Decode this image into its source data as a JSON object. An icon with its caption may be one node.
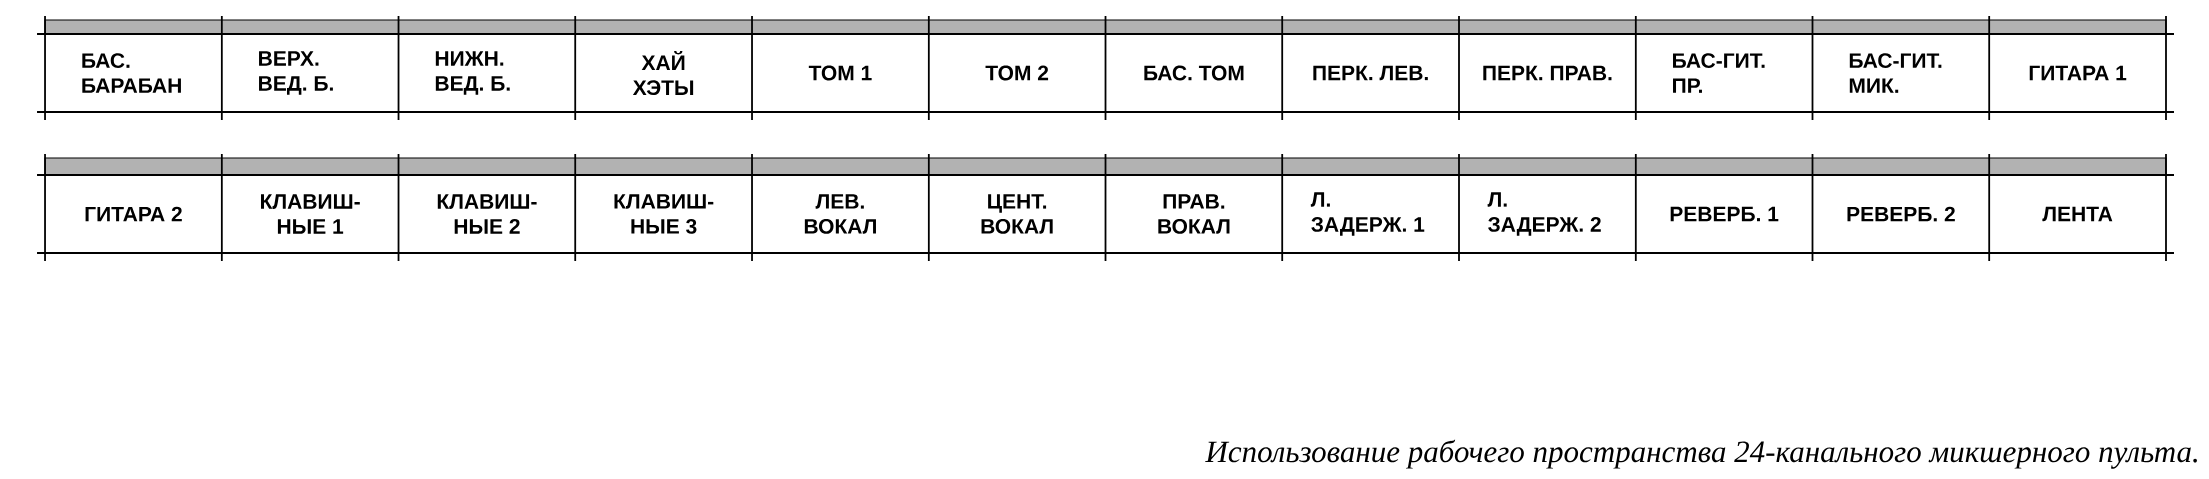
{
  "diagram": {
    "caption": "Использование рабочего пространства 24-канального микшерного пульта.",
    "nodes": [
      {
        "text": [
          "БАС. БАРАБАН"
        ]
      },
      {
        "text": [
          "ВЕРХ. ВЕД. Б."
        ]
      },
      {
        "text": [
          "НИЖН. ВЕД. Б."
        ]
      },
      {
        "text": [
          "ХАЙ ХЭТЫ"
        ]
      },
      {
        "text": [
          "ТОМ 1"
        ]
      },
      {
        "text": [
          "ТОМ 2"
        ]
      },
      {
        "text": [
          "БАС. ТОМ"
        ]
      },
      {
        "text": [
          "ПЕРК. ЛЕВ."
        ]
      },
      {
        "text": [
          "ПЕРК. ПРАВ."
        ]
      },
      {
        "text": [
          "БАС-ГИТ. ПР."
        ]
      },
      {
        "text": [
          "БАС-ГИТ. МИК."
        ]
      },
      {
        "text": [
          "ГИТАРА 1"
        ]
      },
      {
        "text": [
          "ГИТАРА 2"
        ]
      },
      {
        "text": [
          "КЛАВИШ- НЫЕ 1"
        ]
      },
      {
        "text": [
          "КЛАВИШ- НЫЕ 2"
        ]
      },
      {
        "text": [
          "КЛАВИШ- НЫЕ 3"
        ]
      },
      {
        "text": [
          "ЛЕВ. ВОКАЛ"
        ]
      },
      {
        "text": [
          "ЦЕНТ. ВОКАЛ"
        ]
      },
      {
        "text": [
          "ПРАВ. ВОКАЛ"
        ]
      },
      {
        "text": [
          "Л. ЗАДЕРЖ. 1"
        ]
      },
      {
        "text": [
          "Л. ЗАДЕРЖ. 2"
        ]
      },
      {
        "text": [
          "РЕВЕРБ. 1"
        ]
      },
      {
        "text": [
          "РЕВЕРБ. 2"
        ]
      },
      {
        "text": [
          "ЛЕНТА"
        ]
      }
    ]
  }
}
